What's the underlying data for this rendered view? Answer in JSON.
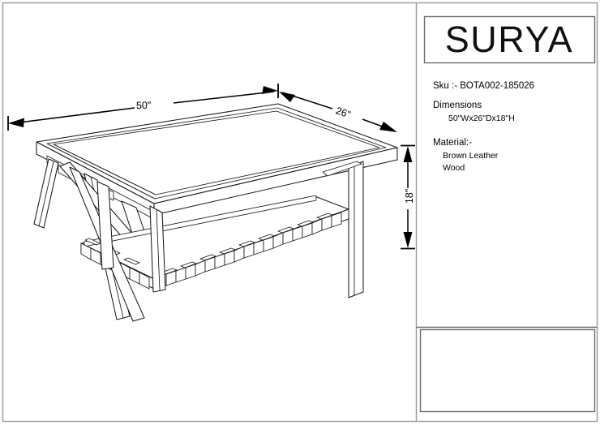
{
  "sheet": {
    "title": "SURYA product spec sheet",
    "background_color": "#ffffff",
    "frame_color": "#9a9a9a",
    "line_color": "#1a1a1a"
  },
  "title_block": {
    "brand": "SURYA",
    "sku_line": "Sku :- BOTA002-185026",
    "dimensions_label": "Dimensions",
    "dimensions_value": "50\"Wx26\"Dx18\"H",
    "material_label": "Material:-",
    "materials": [
      "Brown Leather",
      "Wood"
    ],
    "notes_box": ""
  },
  "drawing": {
    "subject": "coffee-table-isometric",
    "dimension_callouts": [
      {
        "name": "width",
        "label": "50\"",
        "axis": "W"
      },
      {
        "name": "depth",
        "label": "26\"",
        "axis": "D"
      },
      {
        "name": "height",
        "label": "18\"",
        "axis": "H"
      }
    ]
  }
}
